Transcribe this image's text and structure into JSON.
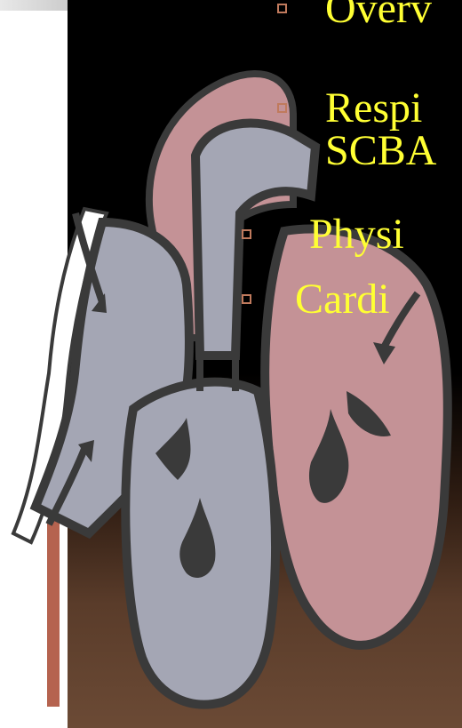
{
  "slide": {
    "bullets": [
      {
        "text": "Overv"
      },
      {
        "text": "Respi"
      },
      {
        "text": "SCBA"
      },
      {
        "text": "Physi"
      },
      {
        "text": "Cardi"
      }
    ]
  },
  "colors": {
    "bullet_text": "#ffff33",
    "bullet_marker": "#c07a5d",
    "background_top": "#000000",
    "background_bottom": "#6b4a35",
    "heart_gray": "#a4a6b4",
    "heart_pink": "#c49296",
    "heart_outline": "#3a3a3a",
    "accent_bar": "#b5634f"
  },
  "icons": {
    "heart": "heart-anatomy-illustration",
    "marker": "square-bullet-icon"
  }
}
